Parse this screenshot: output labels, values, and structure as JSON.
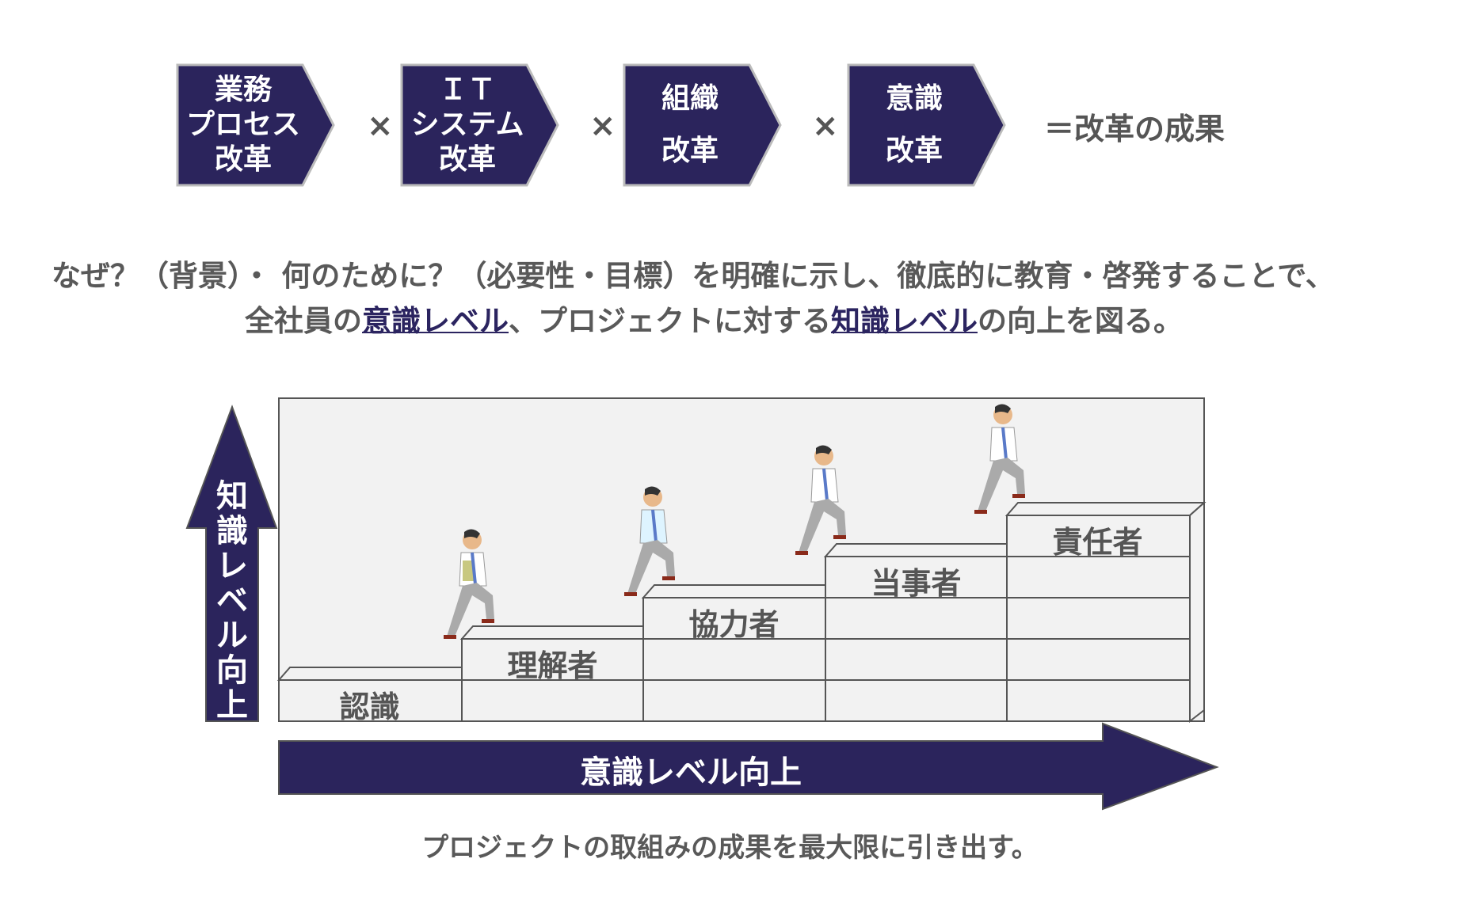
{
  "chevrons": [
    {
      "lines": [
        "業務",
        "プロセス",
        "改革"
      ]
    },
    {
      "lines": [
        "ＩＴ",
        "システム",
        "改革"
      ]
    },
    {
      "lines": [
        "組織",
        "改革"
      ]
    },
    {
      "lines": [
        "意識",
        "改革"
      ]
    }
  ],
  "operator": "×",
  "result": "＝改革の成果",
  "statement": {
    "line1": "なぜ？（背景）・ 何のために？（必要性・目標）を明確に示し、徹底的に教育・啓発することで、",
    "line2_pre": "全社員の",
    "line2_hl1": "意識レベル",
    "line2_mid": "、プロジェクトに対する",
    "line2_hl2": "知識レベル",
    "line2_post": "の向上を図る。"
  },
  "vertical_axis": [
    "知",
    "識",
    "レ",
    "ベ",
    "ル",
    "向",
    "上"
  ],
  "horizontal_axis": "意識レベル向上",
  "steps": [
    "認識",
    "理解者",
    "協力者",
    "当事者",
    "責任者"
  ],
  "caption": "プロジェクトの取組みの成果を最大限に引き出す。",
  "colors": {
    "navy": "#2b245c",
    "panel": "#f2f2f2"
  }
}
